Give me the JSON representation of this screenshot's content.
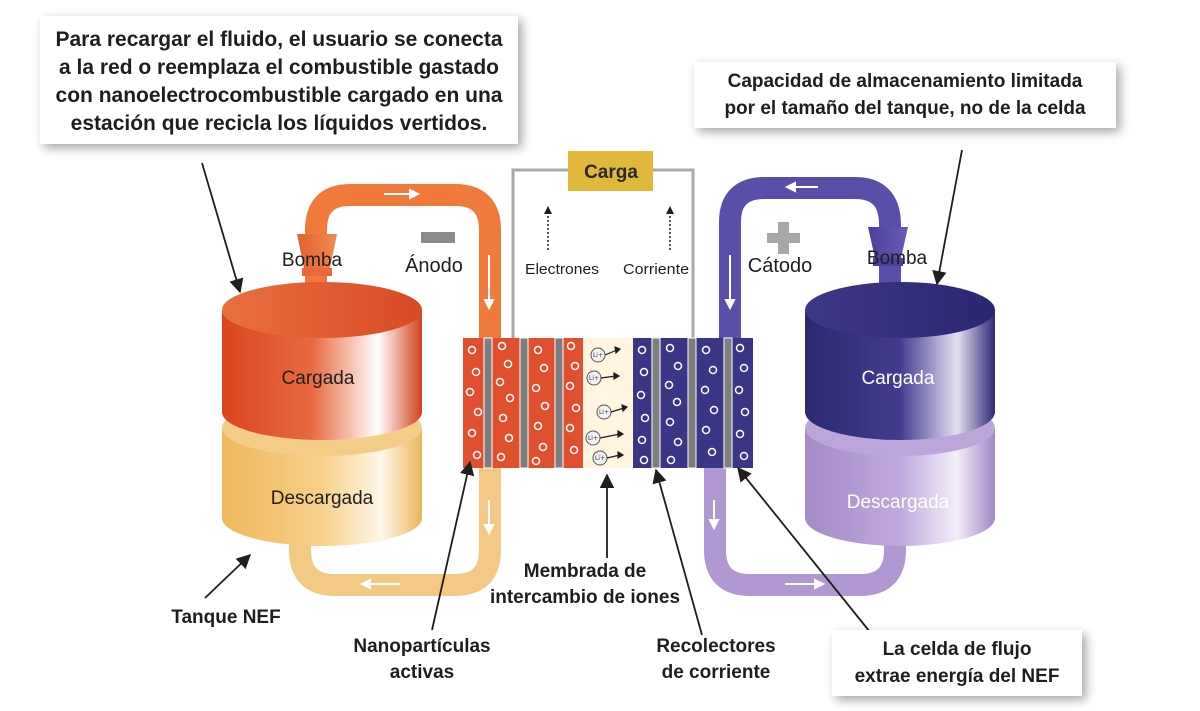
{
  "callouts": {
    "recharge": [
      "Para recargar el fluido, el usuario se conecta",
      "a la red o reemplaza el combustible gastado",
      "con nanoelectrocombustible cargado en una",
      "estación que recicla los líquidos vertidos."
    ],
    "capacity": [
      "Capacidad de almacenamiento limitada",
      "por el tamaño del tanque, no de la celda"
    ],
    "flow_cell": [
      "La celda de flujo",
      "extrae energía del NEF"
    ]
  },
  "labels": {
    "load": "Carga",
    "electrons": "Electrones",
    "current": "Corriente",
    "anode": "Ánodo",
    "cathode": "Cátodo",
    "pump_left": "Bomba",
    "pump_right": "Bomba",
    "charged_left": "Cargada",
    "discharged_left": "Descargada",
    "charged_right": "Cargada",
    "discharged_right": "Descargada",
    "tank": "Tanque NEF",
    "nanoparticles_1": "Nanopartículas",
    "nanoparticles_2": "activas",
    "membrane_1": "Membrada de",
    "membrane_2": "intercambio de iones",
    "collectors_1": "Recolectores",
    "collectors_2": "de corriente",
    "ion": "Li+"
  },
  "colors": {
    "anode_red": "#e0502e",
    "anode_orange": "#ef7a3c",
    "anode_discharged": "#f2c476",
    "cathode_navy": "#3b3585",
    "cathode_purple": "#5d4ea8",
    "cathode_discharged": "#b8a0d4",
    "load_box": "#e2b83a",
    "minus_sign": "#8a8a8a",
    "plus_sign": "#a8a8a8"
  }
}
